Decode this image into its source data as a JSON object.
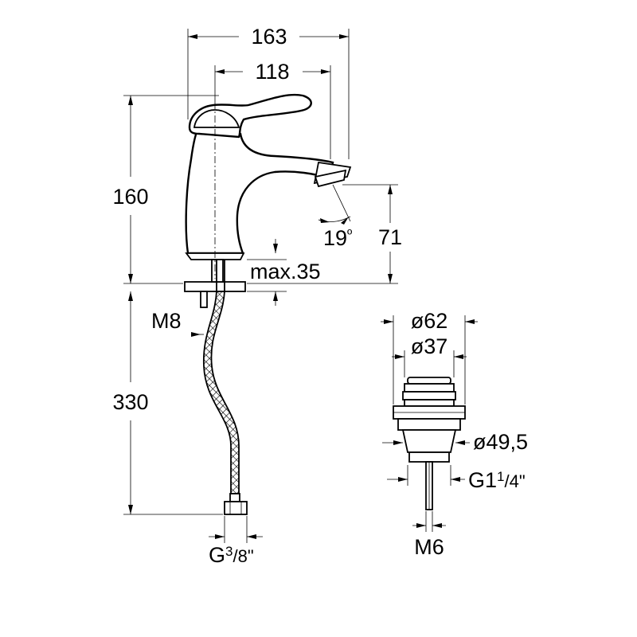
{
  "dimensions": {
    "width_total": "163",
    "width_spout": "118",
    "height_faucet": "160",
    "height_spout": "71",
    "angle_main": "19",
    "angle_unit": "º",
    "max_thickness": "max.35",
    "stud_thread": "M8",
    "hose_length": "330",
    "hose_thread_main": "G",
    "hose_thread_num": "3",
    "hose_thread_den": "/8\"",
    "waste_outer_dia": "ø62",
    "waste_inner_dia": "ø37",
    "waste_body_dia": "ø49,5",
    "waste_thread_main": "G1",
    "waste_thread_num": "1",
    "waste_thread_den": "/4\"",
    "waste_rod_thread": "M6"
  }
}
